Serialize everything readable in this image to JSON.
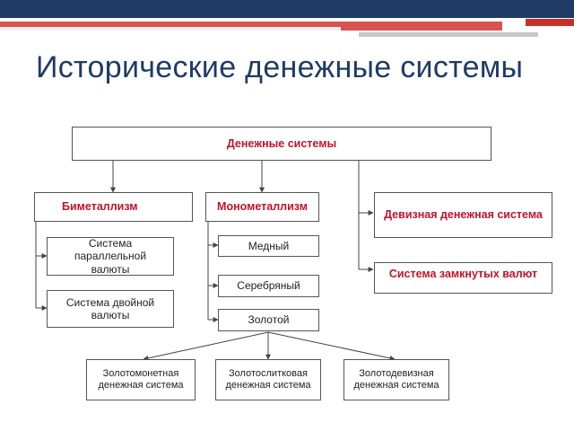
{
  "slide": {
    "title": "Исторические денежные системы",
    "accent_colors": {
      "navy": "#1f3b66",
      "red": "#d9534f",
      "heading_text": "#c0142a"
    }
  },
  "diagram": {
    "root": "Денежные системы",
    "bimetallism": {
      "label": "Биметаллизм",
      "children": [
        "Система параллельной валюты",
        "Система двойной валюты"
      ]
    },
    "monometallism": {
      "label": "Монометаллизм",
      "children": [
        "Медный",
        "Серебряный",
        "Золотой"
      ]
    },
    "currency_system": "Девизная денежная система",
    "closed_currencies": "Система замкнутых валют",
    "gold_types": [
      "Золотомонетная денежная система",
      "Золотослитковая денежная система",
      "Золотодевизная денежная система"
    ]
  }
}
